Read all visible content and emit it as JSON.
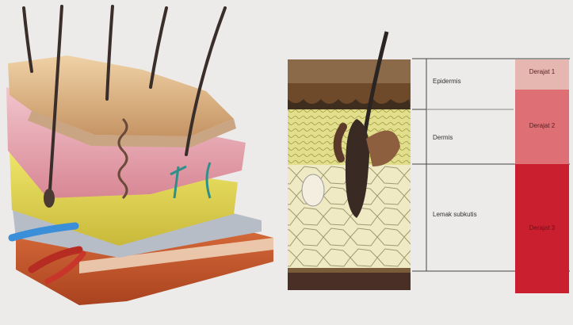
{
  "layers": [
    {
      "label": "Epidermis",
      "degree": "Derajat 1",
      "color": "#e6b7b0"
    },
    {
      "label": "Dermis",
      "degree": "Derajat 2",
      "color": "#de6f74"
    },
    {
      "label": "Lemak subkutis",
      "degree": "Derajat 3",
      "color": "#c91f2f"
    }
  ],
  "palette": {
    "background": "#ecebea",
    "epidermis_block": "#6e4a2b",
    "dermis_block": "#dcd68a",
    "fat_block": "#ece7b8",
    "hair": "#3a2e2a"
  }
}
